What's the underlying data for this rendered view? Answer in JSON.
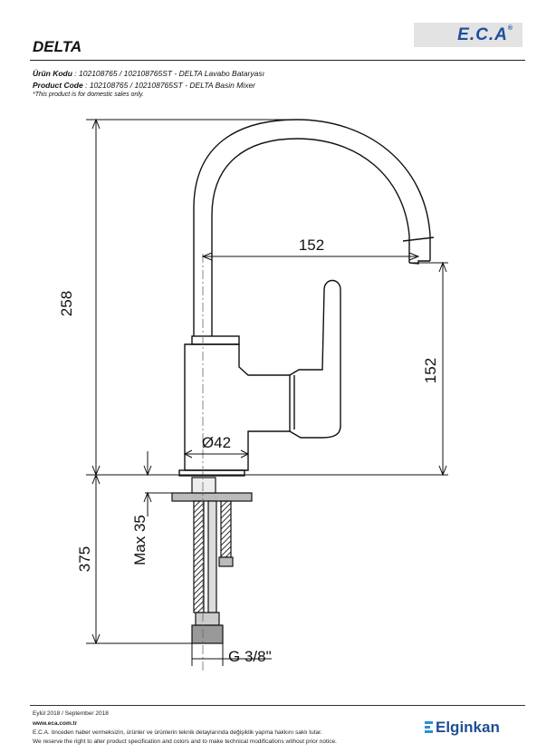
{
  "logo": {
    "text": "E.C.A",
    "reg": "®"
  },
  "header": {
    "title": "DELTA",
    "urun_kodu_label": "Ürün Kodu",
    "urun_kodu_value": ": 102108765 / 102108765ST - DELTA Lavabo Bataryası",
    "product_code_label": "Product Code",
    "product_code_value": ": 102108765 / 102108765ST - DELTA Basin Mixer",
    "note": "*This product is for domestic sales only."
  },
  "dimensions": {
    "total_height": "258",
    "spout_reach": "152",
    "spout_height": "152",
    "body_diameter": "Ø42",
    "max_thickness": "Max 35",
    "hose_length": "375",
    "thread": "G 3/8\""
  },
  "footer": {
    "date": "Eylül 2018 / September 2018",
    "website": "www.eca.com.tr",
    "notice_tr": "E.C.A. önceden haber vermeksizin, ürünler ve ürünlerin teknik detaylarında değişiklik yapma hakkını saklı tutar.",
    "notice_en": "We reserve the right to alter product specification and colors and to make technical modifications without prior notice.",
    "brand": "Elginkan"
  }
}
